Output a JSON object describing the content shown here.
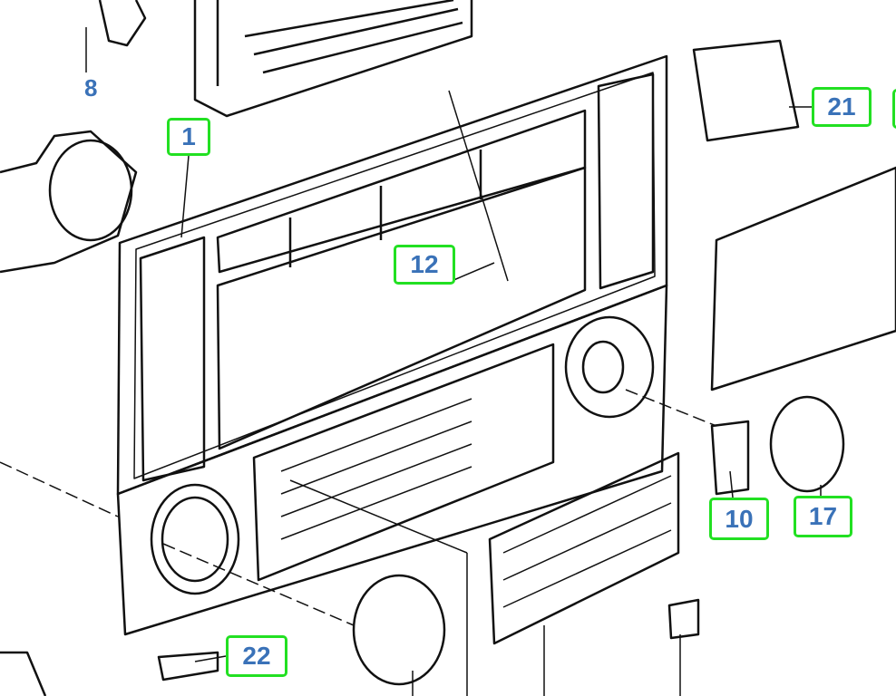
{
  "diagram": {
    "callouts": [
      {
        "id": "8",
        "label": "8"
      },
      {
        "id": "1",
        "label": "1"
      },
      {
        "id": "12",
        "label": "12"
      },
      {
        "id": "21",
        "label": "21"
      },
      {
        "id": "10",
        "label": "10"
      },
      {
        "id": "17",
        "label": "17"
      },
      {
        "id": "22",
        "label": "22"
      }
    ],
    "colors": {
      "callout_border": "#22e022",
      "callout_text": "#3a72b8",
      "line": "#111111"
    }
  }
}
